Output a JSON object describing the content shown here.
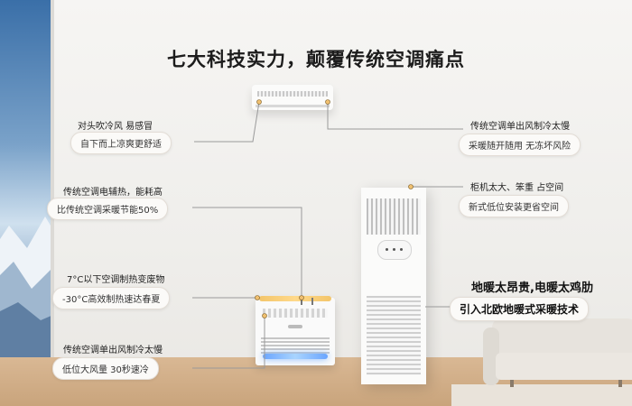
{
  "title": "七大科技实力，颠覆传统空调痛点",
  "callouts": {
    "c1": {
      "label": "对头吹冷风  易感冒",
      "pill": "自下而上凉爽更舒适"
    },
    "c2": {
      "label": "传统空调电辅热，能耗高",
      "pill": "比传统空调采暖节能50%"
    },
    "c3": {
      "label": "7°C以下空调制热变废物",
      "pill": "-30°C高效制热速达春夏"
    },
    "c4": {
      "label": "传统空调单出风制冷太慢",
      "pill": "低位大风量  30秒速冷"
    },
    "c5": {
      "label": "传统空调单出风制冷太慢",
      "pill": "采暖随开随用 无冻坏风险"
    },
    "c6": {
      "label": "柜机太大、笨重  占空间",
      "pill": "新式低位安装更省空间"
    },
    "c7": {
      "label": "地暖太昂贵,电暖太鸡肋",
      "pill": "引入北欧地暖式采暖技术"
    }
  },
  "colors": {
    "accent_glow": "#ffd98a",
    "cool_glow": "#7fb6ff",
    "line": "#9a9a9a"
  }
}
